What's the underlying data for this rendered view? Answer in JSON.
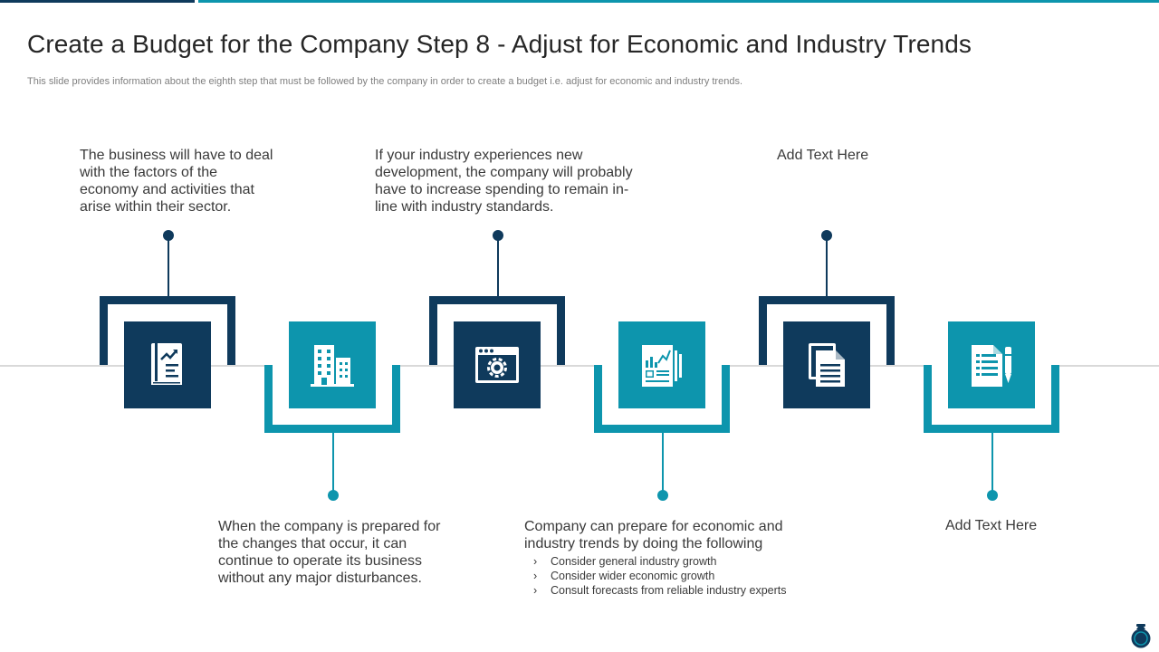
{
  "title": "Create a Budget for the Company Step 8 - Adjust for Economic and Industry Trends",
  "subtitle": "This slide provides information about the eighth step that must be followed by the company in order to create a budget i.e. adjust for economic and industry trends.",
  "colors": {
    "dark": "#0f3a5c",
    "teal": "#0d95ad",
    "axis": "#d9d9d9"
  },
  "steps": [
    {
      "icon": "book-growth-icon",
      "text": "The business will have to deal with the factors of the economy and activities that arise within their sector."
    },
    {
      "icon": "office-building-icon",
      "text": "When the company is prepared for the changes that occur, it can continue to operate its business without any major disturbances."
    },
    {
      "icon": "browser-gear-icon",
      "text": "If your industry experiences new development, the company will probably have to increase spending to remain in-line with industry standards."
    },
    {
      "icon": "report-chart-icon",
      "text": "Company can prepare for economic and industry trends by doing the following",
      "bullets": [
        "Consider general industry growth",
        "Consider wider economic growth",
        "Consult forecasts from reliable industry experts"
      ]
    },
    {
      "icon": "documents-icon",
      "text": "Add Text Here"
    },
    {
      "icon": "document-pen-icon",
      "text": "Add Text Here"
    }
  ],
  "bullet_marker": "›"
}
